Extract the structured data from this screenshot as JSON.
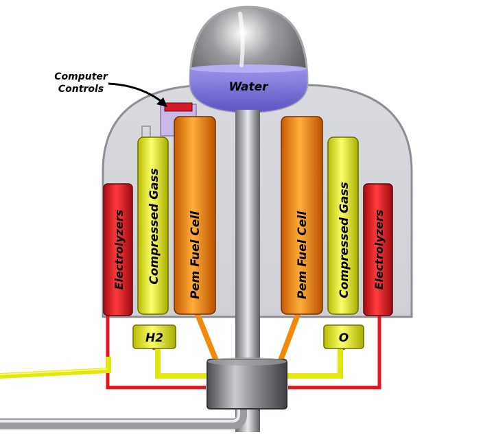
{
  "labels": {
    "computer_controls_line1": "Computer",
    "computer_controls_line2": "Controls",
    "water": "Water",
    "electrolyzers_left": "Electrolyzers",
    "compressed_gas_left": "Compressed Gass",
    "pem_fuel_cell_left": "Pem Fuel Cell",
    "pem_fuel_cell_right": "Pem Fuel Cell",
    "compressed_gas_right": "Compressed Gass",
    "electrolyzers_right": "Electrolyzers",
    "h2_tank": "H2",
    "o_tank": "O"
  },
  "colors": {
    "electrolyzer_red": "#e01520",
    "gas_yellow": "#e8ec10",
    "fuel_cell_orange": "#f08a08",
    "housing_gray": "#d2d3d8",
    "pipe_red": "#e3161d",
    "pipe_yellow": "#e6ea12",
    "pipe_gray": "#b9babd",
    "water_blue": "#7a72e0"
  }
}
